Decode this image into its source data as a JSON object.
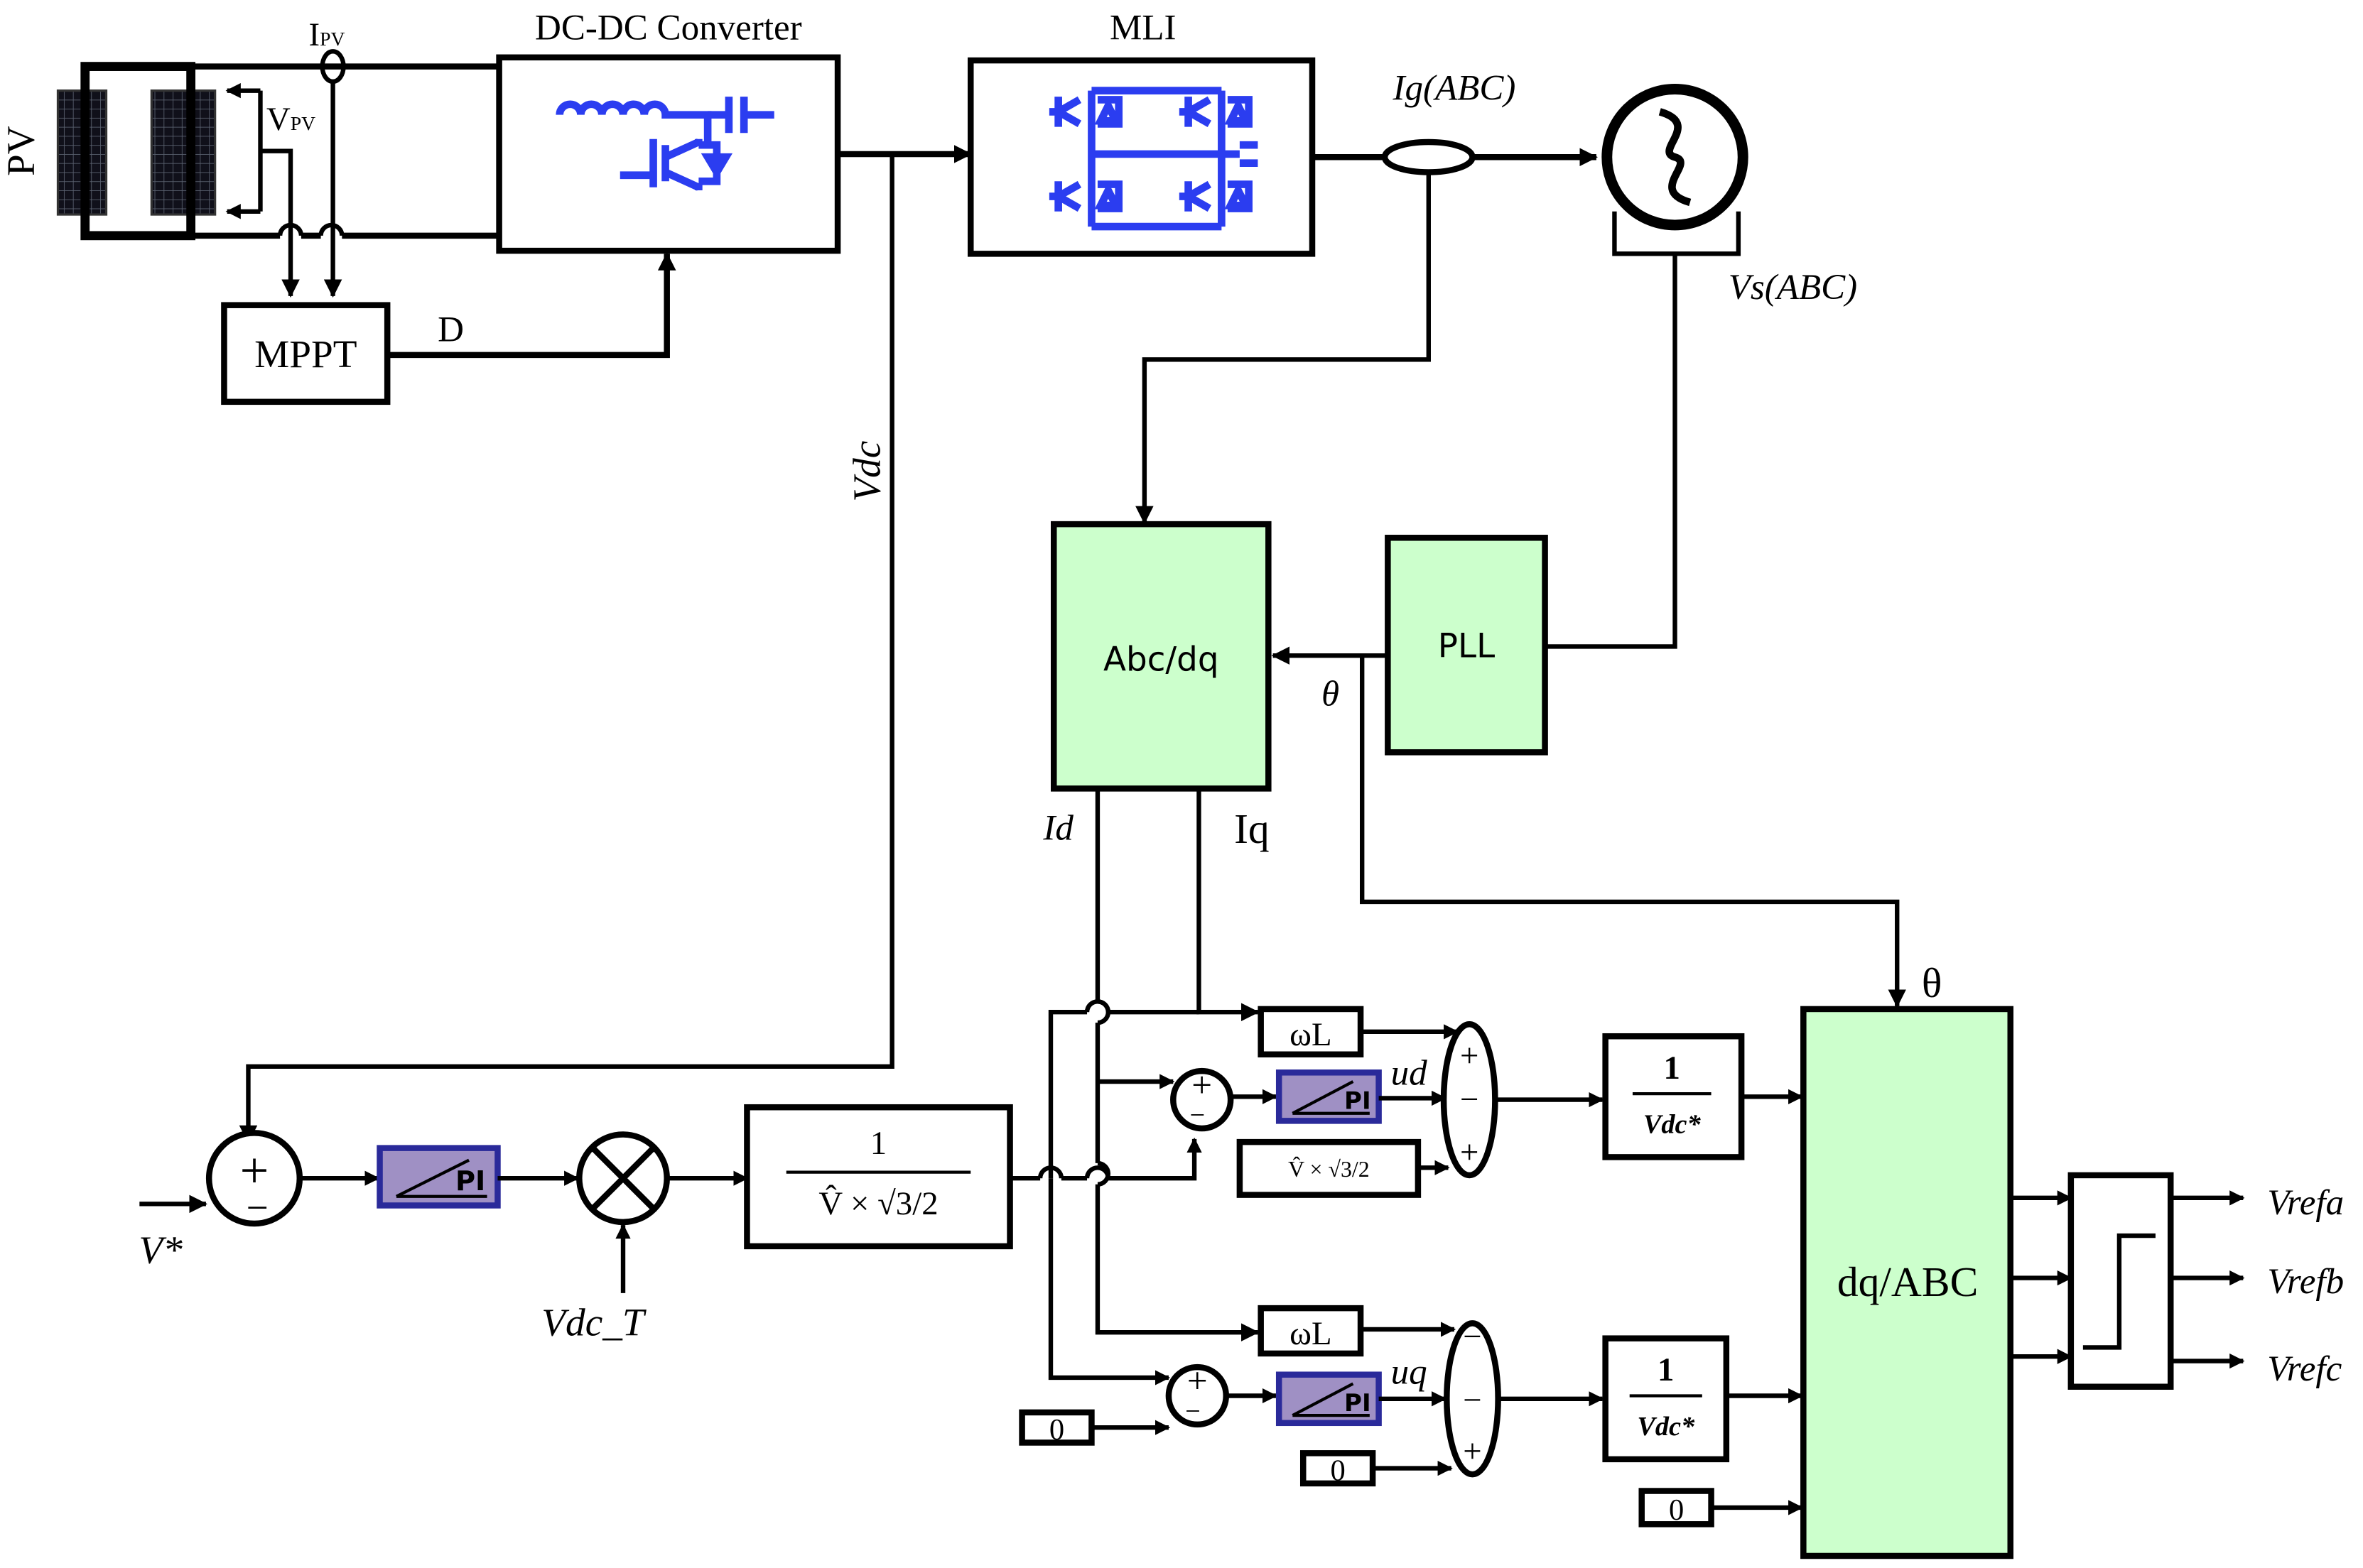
{
  "labels": {
    "pv": "PV",
    "ipv": "I",
    "ipv_sub": "PV",
    "vpv": "V",
    "vpv_sub": "PV",
    "dcdc": "DC-DC Converter",
    "mli": "MLI",
    "ig": "Ig(ABC)",
    "vs": "Vs(ABC)",
    "mppt": "MPPT",
    "d": "D",
    "vdc": "Vdc",
    "abc_dq": "Abc/dq",
    "pll": "PLL",
    "theta1": "θ",
    "theta2": "θ",
    "id": "Id",
    "iq": "Iq",
    "wl1": "ωL",
    "wl2": "ωL",
    "ud": "ud",
    "uq": "uq",
    "pi": "PI",
    "vstar": "V*",
    "vdc_t": "Vdc_T",
    "gain_num": "1",
    "gain_den": "V̂ × √3/2",
    "gain_small": "V̂ × √3/2",
    "inv_num": "1",
    "inv_den": "Vdc*",
    "dq_abc": "dq/ABC",
    "zero": "0",
    "vrefa": "Vrefa",
    "vrefb": "Vrefb",
    "vrefc": "Vrefc",
    "plus": "+",
    "minus": "−"
  }
}
